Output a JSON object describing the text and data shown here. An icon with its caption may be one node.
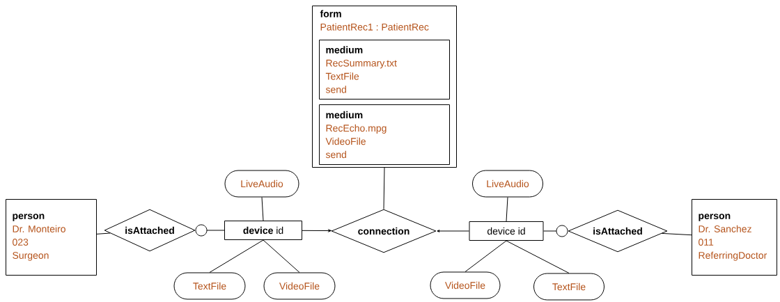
{
  "diagram": {
    "nodes": [
      {
        "text": [
          "form",
          "PatientRec1 : PatientRec"
        ]
      },
      {
        "text": [
          "medium",
          "RecSummary.txt",
          "TextFile",
          "send"
        ],
        "in": 0
      },
      {
        "text": [
          "medium",
          "RecEcho.mpg",
          "VideoFile",
          "send"
        ],
        "in": 0
      },
      {
        "text": [
          "person",
          "Dr. Monteiro",
          "023",
          "Surgeon"
        ]
      },
      {
        "text": [
          "isAttached"
        ]
      },
      {
        "text": [
          "**device** id"
        ]
      },
      {
        "text": [
          "LiveAudio"
        ]
      },
      {
        "text": [
          "TextFile"
        ]
      },
      {
        "text": [
          "VideoFile"
        ]
      },
      {
        "text": [
          "connection"
        ]
      },
      {
        "text": [
          "device id"
        ]
      },
      {
        "text": [
          "LiveAudio"
        ]
      },
      {
        "text": [
          "VideoFile"
        ]
      },
      {
        "text": [
          "TextFile"
        ]
      },
      {
        "text": [
          "isAttached"
        ]
      },
      {
        "text": [
          "person",
          "Dr. Sanchez",
          "011",
          "ReferringDoctor"
        ]
      }
    ],
    "edges": [
      {
        "from": 3,
        "to": 4,
        "arrow": "none"
      },
      {
        "from": 4,
        "to": 5,
        "arrow": "other"
      },
      {
        "from": 6,
        "to": 5,
        "arrow": "none"
      },
      {
        "from": 7,
        "to": 5,
        "arrow": "none"
      },
      {
        "from": 8,
        "to": 5,
        "arrow": "none"
      },
      {
        "from": 5,
        "to": 9,
        "arrow": "to"
      },
      {
        "from": 0,
        "to": 9,
        "arrow": "none"
      },
      {
        "from": 10,
        "to": 9,
        "arrow": "to"
      },
      {
        "from": 11,
        "to": 10,
        "arrow": "none"
      },
      {
        "from": 12,
        "to": 10,
        "arrow": "none"
      },
      {
        "from": 13,
        "to": 10,
        "arrow": "none"
      },
      {
        "from": 14,
        "to": 10,
        "arrow": "other"
      },
      {
        "from": 14,
        "to": 15,
        "arrow": "none"
      }
    ]
  }
}
